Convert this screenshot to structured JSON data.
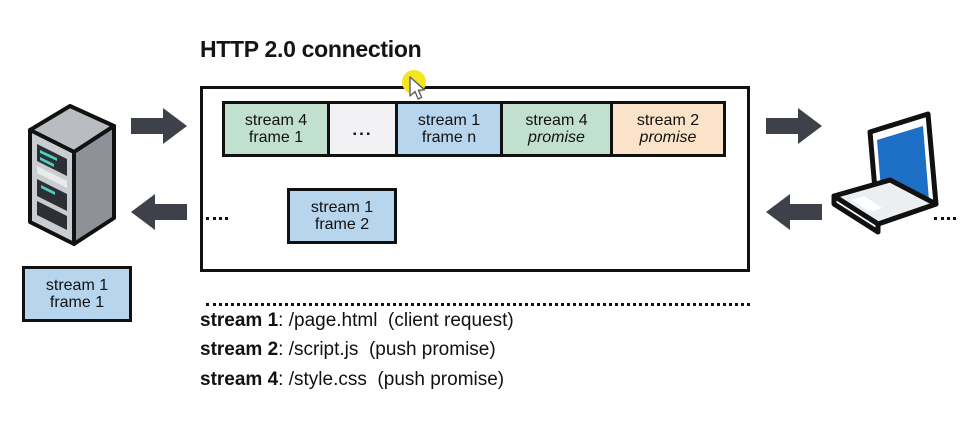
{
  "title": "HTTP 2.0 connection",
  "colors": {
    "green": "#c2e0ce",
    "blue": "#b8d5ee",
    "peach": "#fae3c8",
    "blank": "#f2f2f4",
    "outline": "#111111",
    "arrow": "#3e4149",
    "laptop_screen": "#1c6fc4",
    "highlight": "#f5e420"
  },
  "connection": {
    "row1": [
      {
        "line1": "stream 4",
        "line2": "frame 1",
        "italic": false,
        "color": "green",
        "name": "frame-stream4-frame1"
      },
      {
        "line1": "",
        "line2": "...",
        "italic": false,
        "color": "blank",
        "name": "frame-ellipsis"
      },
      {
        "line1": "stream 1",
        "line2": "frame n",
        "italic": false,
        "color": "blue",
        "name": "frame-stream1-framen"
      },
      {
        "line1": "stream 4",
        "line2": "promise",
        "italic": true,
        "color": "green",
        "name": "frame-stream4-promise"
      },
      {
        "line1": "stream 2",
        "line2": "promise",
        "italic": true,
        "color": "peach",
        "name": "frame-stream2-promise"
      }
    ],
    "row2": {
      "line1": "stream 1",
      "line2": "frame 2",
      "color": "blue"
    }
  },
  "pending_frame": {
    "line1": "stream 1",
    "line2": "frame 1"
  },
  "legend": [
    {
      "stream": "stream 1",
      "sep": ":",
      "path": "/page.html",
      "note": "(client request)"
    },
    {
      "stream": "stream 2",
      "sep": ":",
      "path": "/script.js",
      "note": "(push promise)"
    },
    {
      "stream": "stream 4",
      "sep": ":",
      "path": "/style.css",
      "note": "(push promise)"
    }
  ],
  "endpoints": {
    "server": "server-icon",
    "client": "laptop-icon"
  },
  "arrows": {
    "left_outbound": "arrow-right-pointing",
    "left_inbound": "arrow-left-pointing",
    "right_outbound": "arrow-right-pointing",
    "right_inbound": "arrow-left-pointing"
  },
  "cursor": {
    "glyph": "arrow-pointer"
  }
}
